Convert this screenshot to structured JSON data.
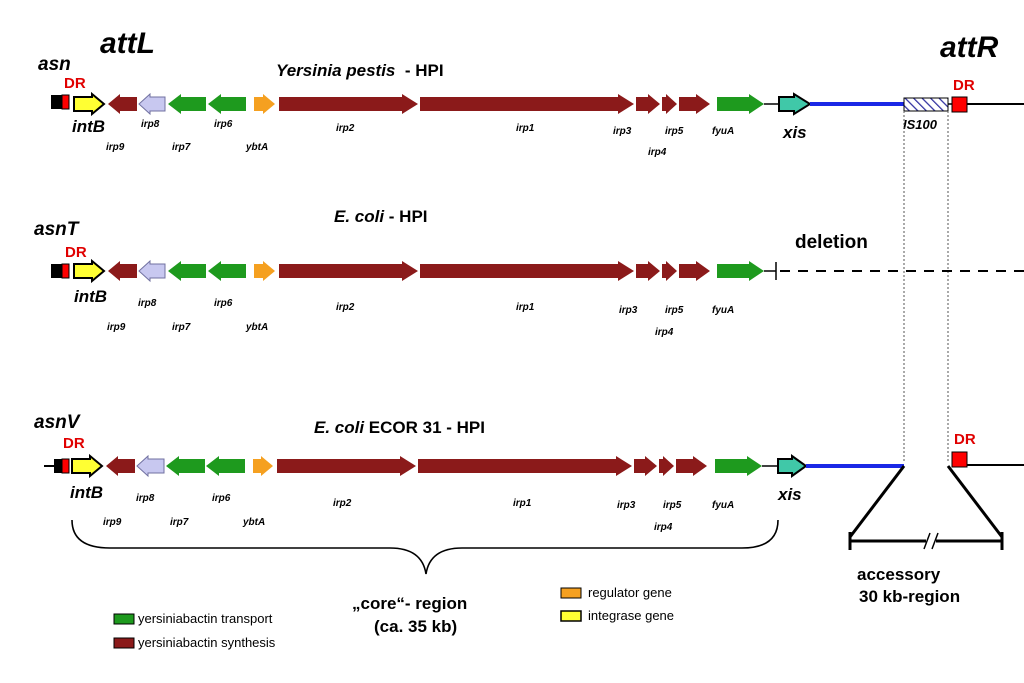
{
  "header": {
    "attL": "attL",
    "attR": "attR"
  },
  "rows": [
    {
      "locus": "asn",
      "title_italic": "Yersinia pestis",
      "title_rest": "  - HPI",
      "dr_left": "DR",
      "integrase": "intB",
      "excisionase": "xis",
      "dr_right": "DR",
      "is_label": "IS100"
    },
    {
      "locus": "asnT",
      "title_italic": "E. coli",
      "title_rest": " - HPI",
      "dr_left": "DR",
      "integrase": "intB",
      "deletion": "deletion"
    },
    {
      "locus": "asnV",
      "title_italic": "E. coli",
      "title_rest": " ECOR 31 - HPI",
      "dr_left": "DR",
      "integrase": "intB",
      "excisionase": "xis",
      "dr_right": "DR"
    }
  ],
  "genes": {
    "irp9": "irp9",
    "irp8": "irp8",
    "irp7": "irp7",
    "irp6": "irp6",
    "ybtA": "ybtA",
    "irp2": "irp2",
    "irp1": "irp1",
    "irp3": "irp3",
    "irp4": "irp4",
    "irp5": "irp5",
    "fyuA": "fyuA"
  },
  "core_region": {
    "line1": "„core“- region",
    "line2": "(ca. 35 kb)"
  },
  "accessory_region": {
    "line1": "accessory",
    "line2": "30 kb-region"
  },
  "legend": {
    "transport": "yersiniabactin transport",
    "synthesis": "yersiniabactin synthesis",
    "regulator": "regulator gene",
    "integrase": "integrase gene"
  },
  "colors": {
    "synthesis": "#8b1a1a",
    "transport": "#1e9a1e",
    "regulator": "#f5a020",
    "integrase": "#ffff33",
    "irp8": "#c8c8f0",
    "xis": "#40c8a8",
    "is100_line": "#1a28e6",
    "dr_box": "#ff0000"
  }
}
